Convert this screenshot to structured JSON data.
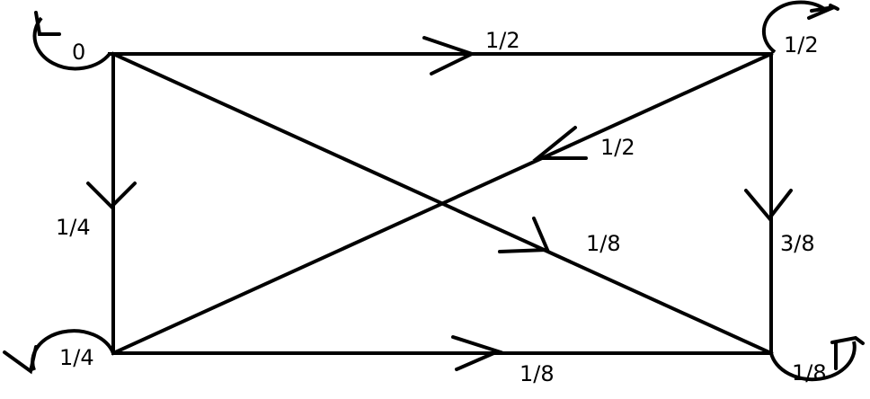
{
  "nodes": [
    {
      "id": "top-left",
      "label": "0"
    },
    {
      "id": "top-right",
      "label": "1/2"
    },
    {
      "id": "bottom-left",
      "label": "1/4"
    },
    {
      "id": "bottom-right",
      "label": "1/8"
    }
  ],
  "edges": [
    {
      "from": "top-left",
      "to": "top-right",
      "label": "1/2"
    },
    {
      "from": "top-left",
      "to": "bottom-left",
      "label": "1/4"
    },
    {
      "from": "top-left",
      "to": "bottom-right",
      "label": "1/8"
    },
    {
      "from": "top-right",
      "to": "bottom-left",
      "label": "1/2"
    },
    {
      "from": "top-right",
      "to": "bottom-right",
      "label": "3/8"
    },
    {
      "from": "bottom-left",
      "to": "bottom-right",
      "label": "1/8"
    }
  ],
  "colors": {
    "ink": "#000000",
    "background": "#ffffff"
  }
}
